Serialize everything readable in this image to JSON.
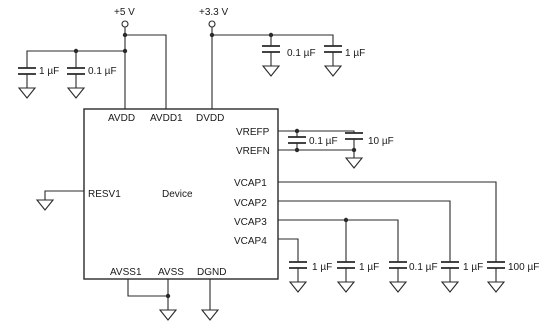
{
  "rails": {
    "plus5": "+5 V",
    "plus3v3": "+3.3 V"
  },
  "device": {
    "name": "Device",
    "pins": {
      "avdd": "AVDD",
      "avdd1": "AVDD1",
      "dvdd": "DVDD",
      "vrefp": "VREFP",
      "vrefn": "VREFN",
      "resv1": "RESV1",
      "vcap1": "VCAP1",
      "vcap2": "VCAP2",
      "vcap3": "VCAP3",
      "vcap4": "VCAP4",
      "avss1": "AVSS1",
      "avss": "AVSS",
      "dgnd": "DGND"
    }
  },
  "caps": {
    "avdd_1uf": "1 µF",
    "avdd_01uf": "0.1 µF",
    "dvdd_01uf": "0.1 µF",
    "dvdd_1uf": "1 µF",
    "vref_01uf": "0.1 µF",
    "vref_10uf": "10 µF",
    "vcap4_1uf": "1 µF",
    "vcap3_1uf": "1 µF",
    "vcap3_01uf": "0.1 µF",
    "vcap2_1uf": "1 µF",
    "vcap1_100uf": "100 µF"
  }
}
